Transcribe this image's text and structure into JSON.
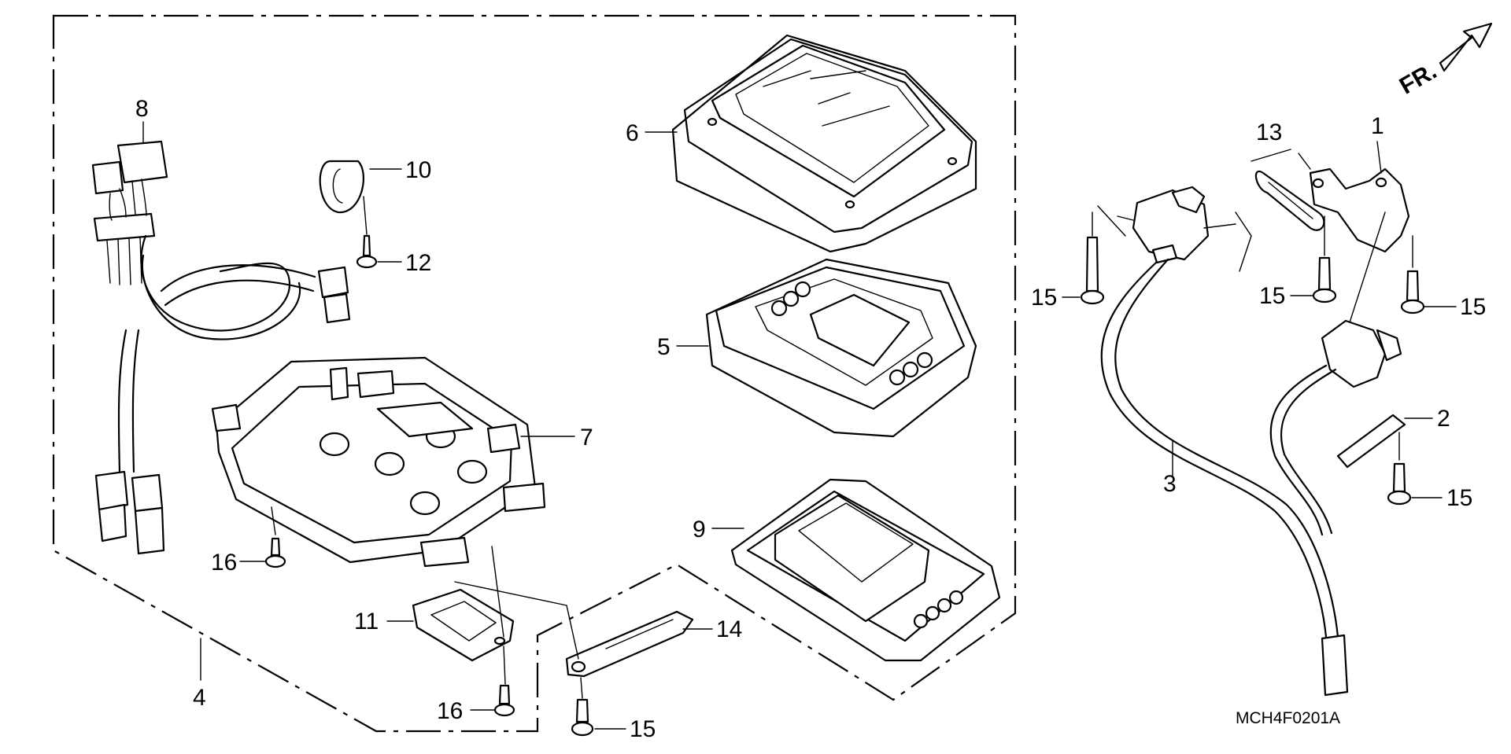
{
  "diagram": {
    "orientation": "FR.",
    "code": "MCH4F0201A",
    "callouts": [
      {
        "id": "c1",
        "text": "1"
      },
      {
        "id": "c2",
        "text": "2"
      },
      {
        "id": "c3",
        "text": "3"
      },
      {
        "id": "c4",
        "text": "4"
      },
      {
        "id": "c5",
        "text": "5"
      },
      {
        "id": "c6",
        "text": "6"
      },
      {
        "id": "c7",
        "text": "7"
      },
      {
        "id": "c8",
        "text": "8"
      },
      {
        "id": "c9",
        "text": "9"
      },
      {
        "id": "c10",
        "text": "10"
      },
      {
        "id": "c11",
        "text": "11"
      },
      {
        "id": "c12",
        "text": "12"
      },
      {
        "id": "c13",
        "text": "13"
      },
      {
        "id": "c14",
        "text": "14"
      },
      {
        "id": "c15a",
        "text": "15"
      },
      {
        "id": "c15b",
        "text": "15"
      },
      {
        "id": "c15c",
        "text": "15"
      },
      {
        "id": "c15d",
        "text": "15"
      },
      {
        "id": "c15e",
        "text": "15"
      },
      {
        "id": "c16a",
        "text": "16"
      },
      {
        "id": "c16b",
        "text": "16"
      }
    ]
  }
}
